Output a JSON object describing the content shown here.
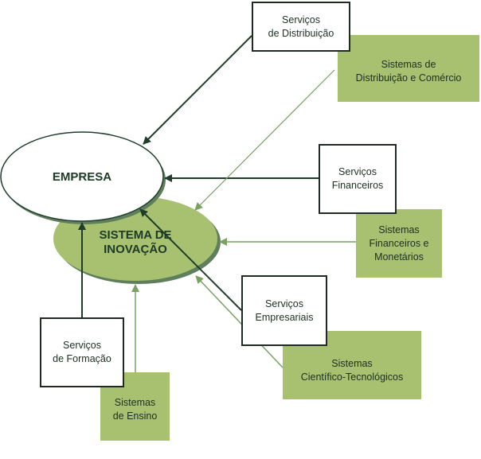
{
  "nodes": {
    "empresa": "EMPRESA",
    "sistema_inovacao": "SISTEMA DE\nINOVAÇÃO",
    "servicos_distribuicao": "Serviços\nde Distribuição",
    "sistemas_distribuicao": "Sistemas de\nDistribuição e Comércio",
    "servicos_financeiros": "Serviços\nFinanceiros",
    "sistemas_financeiros": "Sistemas\nFinanceiros e\nMonetários",
    "servicos_empresariais": "Serviços\nEmpresariais",
    "sistemas_cientificos": "Sistemas\nCientífico-Tecnológicos",
    "servicos_formacao": "Serviços\nde Formação",
    "sistemas_ensino": "Sistemas\nde Ensino"
  },
  "colors": {
    "dark": "#1f3d2a",
    "green": "#a8c170",
    "light_arrow": "#7aa062",
    "shadow": "#5f7f5c"
  }
}
